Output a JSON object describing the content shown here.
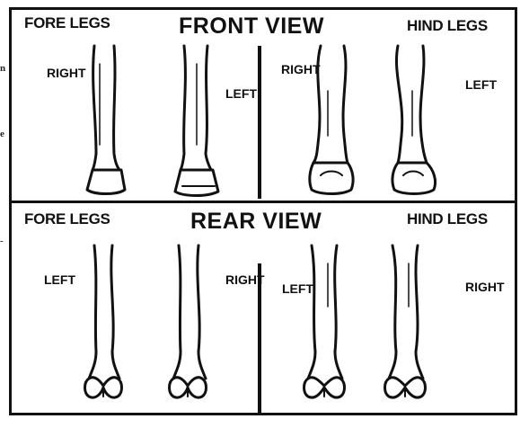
{
  "side_fragments": [
    "n",
    "e",
    "-"
  ],
  "front_view": {
    "title": "FRONT VIEW",
    "left_heading": "FORE LEGS",
    "right_heading": "HIND LEGS",
    "fore_left_label": "RIGHT",
    "fore_right_label": "LEFT",
    "hind_left_label": "RIGHT",
    "hind_right_label": "LEFT"
  },
  "rear_view": {
    "title": "REAR VIEW",
    "left_heading": "FORE LEGS",
    "right_heading": "HIND LEGS",
    "fore_left_label": "LEFT",
    "fore_right_label": "RIGHT",
    "hind_left_label": "LEFT",
    "hind_right_label": "RIGHT"
  }
}
